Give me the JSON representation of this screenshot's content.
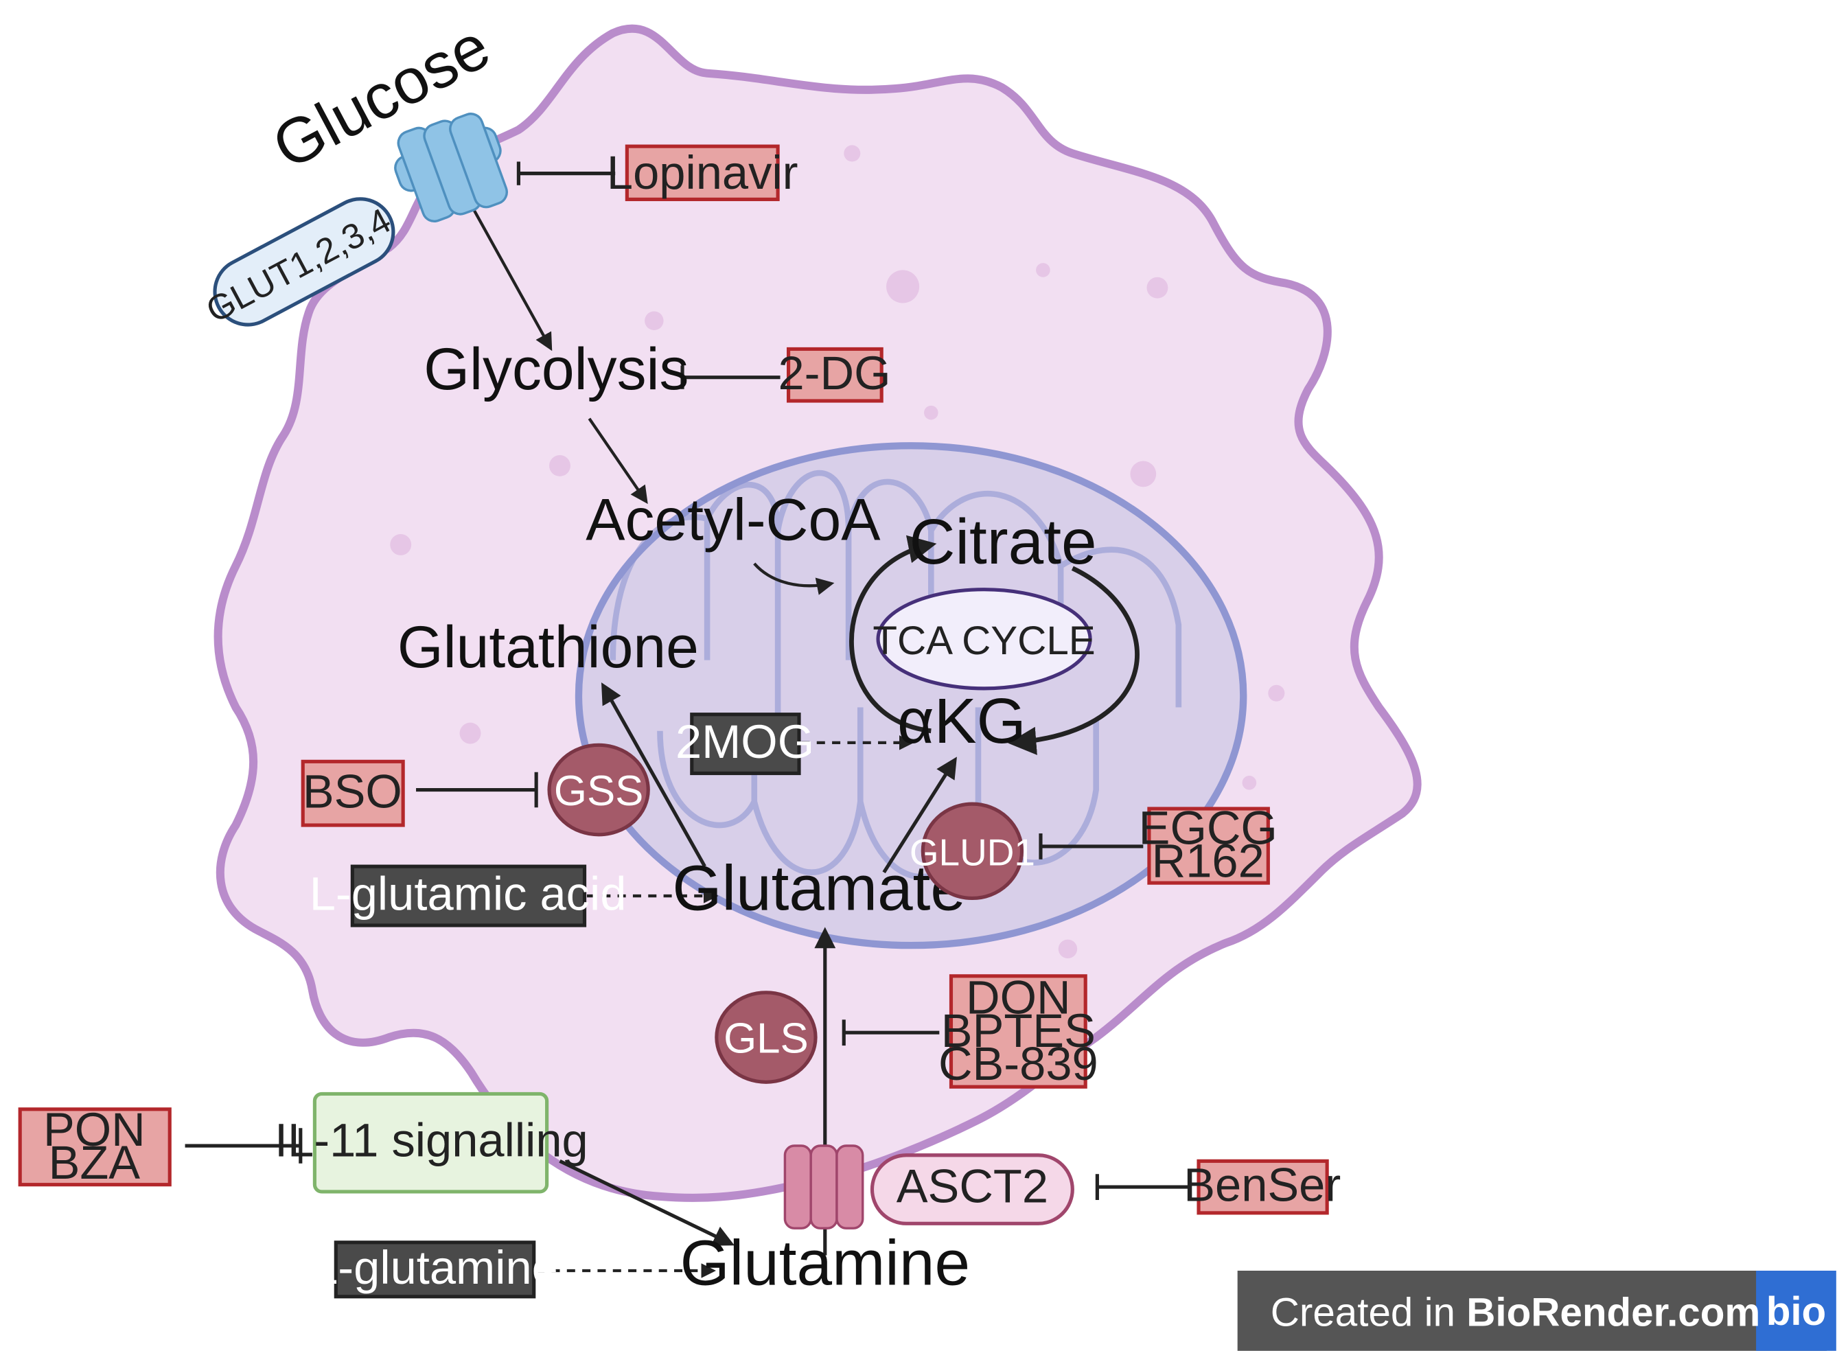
{
  "metabolites": {
    "glucose": "Glucose",
    "glycolysis": "Glycolysis",
    "acetyl_coa": "Acetyl-CoA",
    "citrate": "Citrate",
    "akg": "αKG",
    "glutathione": "Glutathione",
    "glutamate": "Glutamate",
    "glutamine": "Glutamine"
  },
  "tca_label": "TCA CYCLE",
  "transporters": {
    "glut": "GLUT1,2,3,4",
    "asct2": "ASCT2"
  },
  "enzymes": {
    "gss": "GSS",
    "glud1": "GLUD1",
    "gls": "GLS"
  },
  "inhibitors": {
    "lopinavir": "Lopinavir",
    "two_dg": "2-DG",
    "bso": "BSO",
    "egcg": "EGCG",
    "r162": "R162",
    "don": "DON",
    "bptes": "BPTES",
    "cb839": "CB-839",
    "pon": "PON",
    "bza": "BZA",
    "benser": "BenSer"
  },
  "supplements": {
    "two_mog": "2MOG",
    "l_glutamic_acid": "L-glutamic acid",
    "l_glutamine": "L-glutamine"
  },
  "signalling": "IL-11 signalling",
  "watermark": {
    "text_prefix": "Created in ",
    "text_brand": "BioRender.com",
    "logo": "bio"
  },
  "colors": {
    "cell_fill": "#f2dff2",
    "cell_border": "#b98ccb",
    "mito_fill": "#d8cfe9",
    "mito_border": "#8f96d2",
    "inhibitor_fill": "#e7a4a4",
    "inhibitor_border": "#b3272b",
    "supplement_fill": "#4a4a4a",
    "enzyme_fill": "#a45a69",
    "signal_fill": "#e7f3df",
    "signal_border": "#7fb46b",
    "transporter_blue": "#8fc3e6",
    "transporter_pink": "#d88ba6"
  }
}
